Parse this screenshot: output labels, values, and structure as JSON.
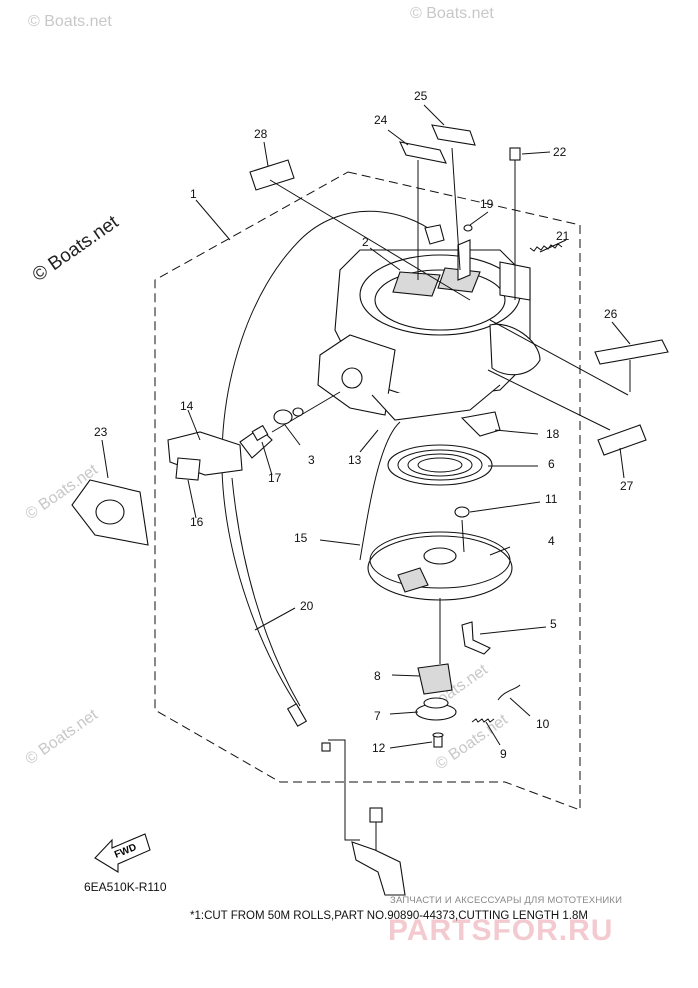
{
  "watermark": {
    "brand": "© Boats.net",
    "faint": "© Boats.net"
  },
  "callouts": {
    "c1": "1",
    "c2": "2",
    "c3": "3",
    "c4": "4",
    "c5": "5",
    "c6": "6",
    "c7": "7",
    "c8": "8",
    "c9": "9",
    "c10": "10",
    "c11": "11",
    "c12": "12",
    "c13": "13",
    "c14": "14",
    "c15": "15",
    "c16": "16",
    "c17": "17",
    "c18": "18",
    "c19": "19",
    "c20": "20",
    "c21": "21",
    "c22": "22",
    "c23": "23",
    "c24": "24",
    "c25": "25",
    "c26": "26",
    "c27": "27",
    "c28": "28"
  },
  "fwd_label": "FWD",
  "diagram_code": "6EA510K-R110",
  "footnote": "*1:CUT FROM 50M ROLLS,PART NO.90890-44373,CUTTING LENGTH 1.8M",
  "shop": {
    "subtitle": "ЗАПЧАСТИ И АКСЕССУАРЫ ДЛЯ МОТОТЕХНИКИ",
    "logo": "PARTSFOR.RU"
  }
}
